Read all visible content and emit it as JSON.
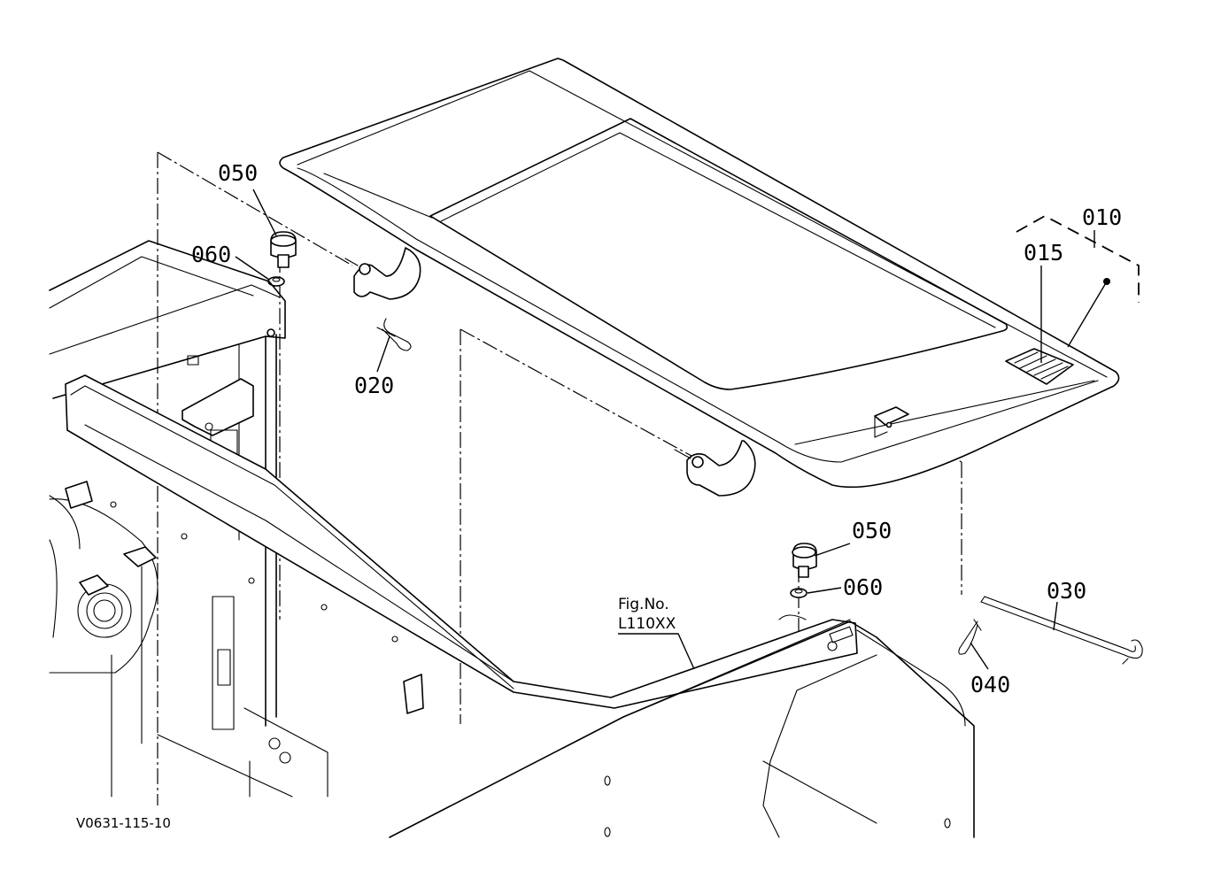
{
  "diagram": {
    "drawing_code": "V0631-115-10",
    "figure_reference": {
      "line1": "Fig.No.",
      "line2": "L110XX"
    },
    "callouts": {
      "c010": "010",
      "c015": "015",
      "c020": "020",
      "c030": "030",
      "c040": "040",
      "c050_top": "050",
      "c060_top": "060",
      "c050_bottom": "050",
      "c060_bottom": "060"
    }
  }
}
